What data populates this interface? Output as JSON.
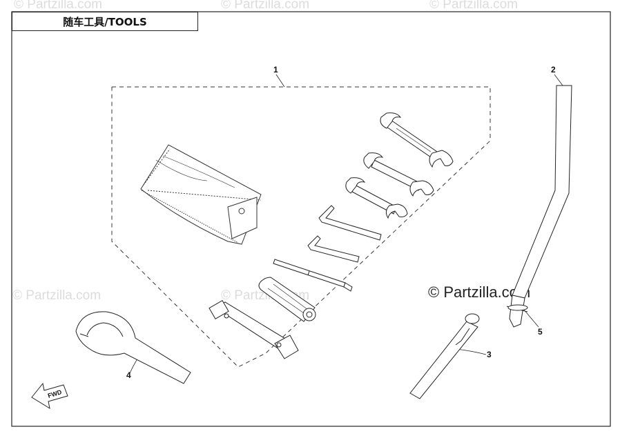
{
  "diagram": {
    "title": "随车工具/TOOLS",
    "watermark": "© Partzilla.com",
    "fwd_label": "FWD",
    "callouts": [
      {
        "id": "1",
        "label": "1"
      },
      {
        "id": "2",
        "label": "2"
      },
      {
        "id": "3",
        "label": "3"
      },
      {
        "id": "4",
        "label": "4"
      },
      {
        "id": "5",
        "label": "5"
      }
    ]
  }
}
